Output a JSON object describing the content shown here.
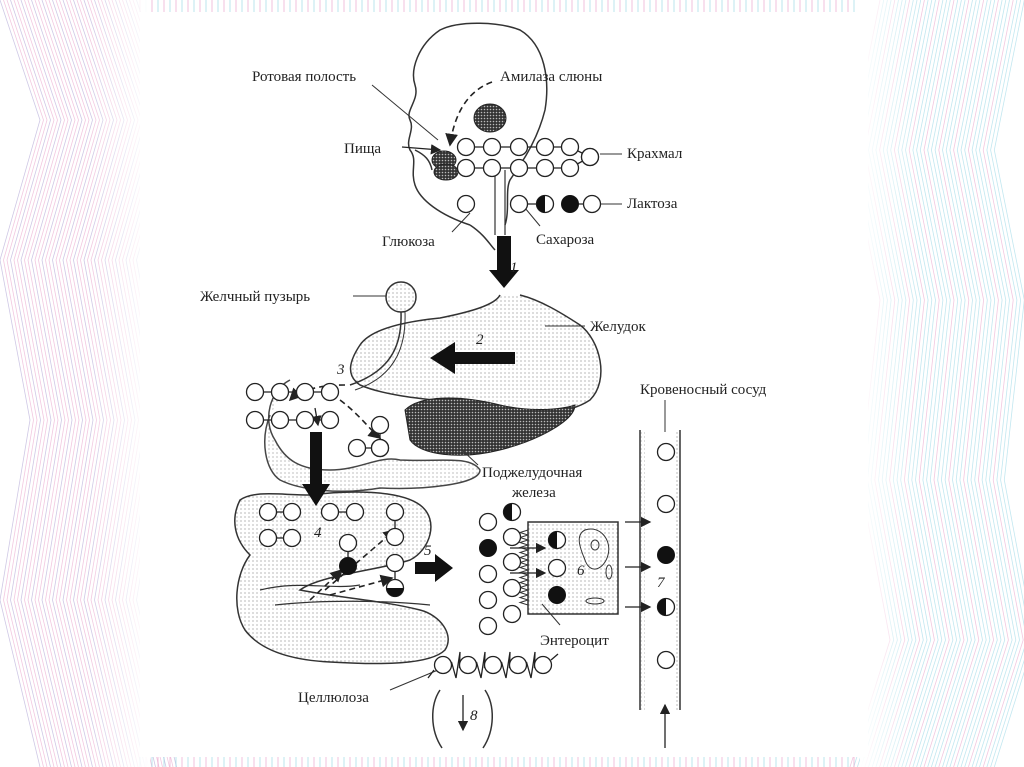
{
  "title": "Переваривание углеводов",
  "colors": {
    "background_pink": "#e79bc6",
    "background_blue": "#8fd4e4",
    "background_purple": "#a89bd0",
    "ink": "#222222",
    "stipple": "#8a8a8a"
  },
  "labels": {
    "oral_cavity": "Ротовая полость",
    "salivary_amylase": "Амилаза слюны",
    "food": "Пища",
    "starch": "Крахмал",
    "lactose": "Лактоза",
    "glucose": "Глюкоза",
    "sucrose": "Сахароза",
    "gallbladder": "Желчный пузырь",
    "stomach": "Желудок",
    "blood_vessel": "Кровеносный сосуд",
    "pancreas_line1": "Поджелудочная",
    "pancreas_line2": "железа",
    "enterocyte": "Энтероцит",
    "cellulose": "Целлюлоза"
  },
  "steps": [
    "1",
    "2",
    "3",
    "4",
    "5",
    "6",
    "7",
    "8"
  ],
  "legend_glyphs": {
    "glucose": "open-circle",
    "galactose": "filled-circle",
    "fructose": "half-filled-circle"
  }
}
